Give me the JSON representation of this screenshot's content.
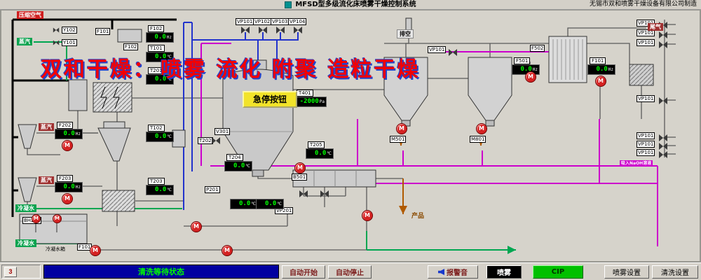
{
  "title_bar": {
    "title": "MFSD型多级流化床喷雾干燥控制系统",
    "manufacturer": "无锡市双和喷雾干燥设备有限公司制造"
  },
  "watermark": {
    "part1": "双和干燥：",
    "part2": "喷雾 流化 附聚 造粒干燥"
  },
  "emergency_stop": "急停按钮",
  "glyphs": {
    "pump": "M"
  },
  "colors": {
    "pipe_magenta": "#cc00cc",
    "pipe_blue": "#2233cc",
    "pipe_green": "#00a651",
    "status_bg": "#0000a0",
    "status_text": "#00ff00",
    "cip_green": "#00c000",
    "watermark_red": "#f50000",
    "watermark_shadow_blue": "#2244cc",
    "estop_yellow": "#f2e32a"
  },
  "streams": {
    "compressed_air": "压缩空气",
    "steam_a": "蒸汽",
    "steam_b": "蒸汽",
    "steam_c": "蒸汽",
    "condensate_a": "冷凝水",
    "condensate_b": "冷凝水",
    "vent": "排空",
    "tail_gas": "尾气",
    "product": "产品",
    "condensate_tank": "冷凝水箱",
    "naoh": "吸入NaOH溶液"
  },
  "instruments": [
    {
      "tag": "F102",
      "value": "0.0",
      "unit": "Hz"
    },
    {
      "tag": "T101",
      "value": "0.0",
      "unit": "℃"
    },
    {
      "tag": "T201",
      "value": "0.0",
      "unit": "℃"
    },
    {
      "tag": "T102",
      "value": "0.0",
      "unit": "℃"
    },
    {
      "tag": "T203",
      "value": "0.0",
      "unit": "℃"
    },
    {
      "tag": "F202",
      "value": "0.0",
      "unit": "Hz"
    },
    {
      "tag": "F203",
      "value": "0.0",
      "unit": "Hz"
    },
    {
      "tag": "T401",
      "value": "-2000",
      "unit": "Pa"
    },
    {
      "tag": "T204",
      "value": "0.0",
      "unit": "℃"
    },
    {
      "tag": "T205",
      "value": "0.0",
      "unit": "℃"
    },
    {
      "tag": "F501",
      "value": "0.0",
      "unit": "Hz"
    },
    {
      "tag": "F101",
      "value": "0.0",
      "unit": "Hz"
    },
    {
      "tag": "",
      "value": "0.0",
      "unit": "℃"
    },
    {
      "tag": "",
      "value": "0.0",
      "unit": "℃"
    }
  ],
  "tags": [
    "Y102",
    "Y101",
    "F101",
    "F102",
    "VP101",
    "VP102",
    "VP103",
    "VP104",
    "V301",
    "T202",
    "P201",
    "VP201",
    "B501",
    "M501",
    "M801",
    "F502",
    "BH201",
    "F101",
    "VP101",
    "VP101",
    "VP101",
    "VP101",
    "VP101",
    "VP101",
    "VP101",
    "VP101"
  ],
  "status_bar": {
    "indicator": "3",
    "status": "清洗等待状态"
  },
  "buttons": {
    "auto_start": "自动开始",
    "auto_stop": "自动停止",
    "alarm": "报警音",
    "spray": "喷雾",
    "cip": "CIP",
    "spray_settings": "喷雾设置",
    "clean_settings": "清洗设置"
  }
}
